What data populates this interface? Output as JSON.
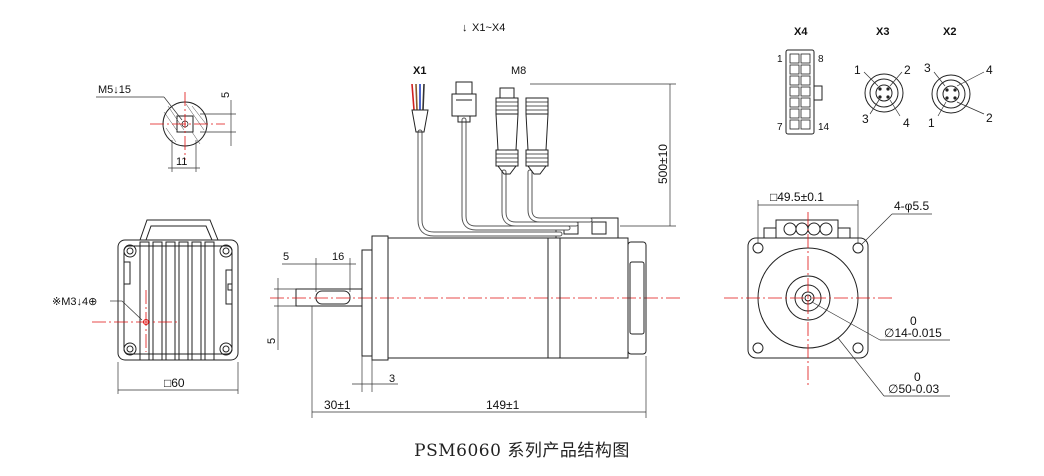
{
  "labels": {
    "connector_note": "X1~X4",
    "x1": "X1",
    "m8": "M8",
    "x4": "X4",
    "x3": "X3",
    "x2": "X2",
    "m5": "M5↓15",
    "dim_5_top": "5",
    "dim_11": "11",
    "m3": "※M3↓4⊕",
    "sq60": "□60",
    "dim_5_shaft": "5",
    "dim_16": "16",
    "dim_5_key": "5",
    "dim_3": "3",
    "dim_30": "30±1",
    "dim_149": "149±1",
    "dim_500": "500±10",
    "sq495": "□49.5±0.1",
    "holes": "4-φ5.5",
    "tol_14_zero": "0",
    "dia14": "∅14-0.015",
    "tol_50_zero": "0",
    "dia50": "∅50-0.03",
    "x4_pin1": "1",
    "x4_pin8": "8",
    "x4_pin7": "7",
    "x4_pin14": "14",
    "x3_p1": "1",
    "x3_p2": "2",
    "x3_p3": "3",
    "x3_p4": "4",
    "x2_p3": "3",
    "x2_p4": "4",
    "x2_p1": "1",
    "x2_p2": "2"
  },
  "caption": "PSM6060 系列产品结构图",
  "colors": {
    "centerline": "#e01010",
    "line": "#222222",
    "wire_red": "#d02020",
    "wire_blue": "#2040c0",
    "wire_brown": "#8a5a2a"
  }
}
